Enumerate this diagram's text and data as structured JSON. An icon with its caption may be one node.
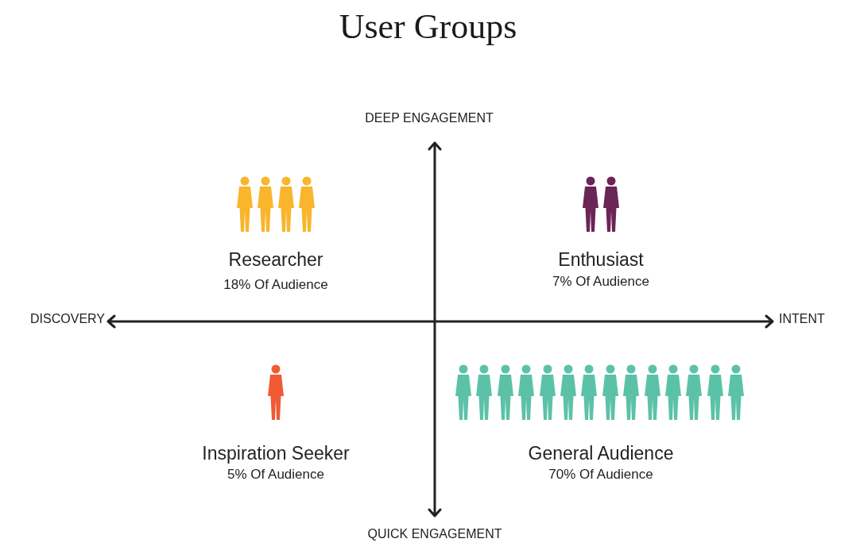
{
  "diagram": {
    "title": "User Groups",
    "labels": [
      "DEEP ENGAGEMENT",
      "Researcher",
      "18% Of Audience",
      "Enthusiast",
      "7% Of Audience",
      "DISCOVERY",
      "INTENT",
      "Inspiration Seeker",
      "5% Of Audience",
      "General Audience",
      "70% Of Audience",
      "QUICK ENGAGEMENT"
    ]
  }
}
